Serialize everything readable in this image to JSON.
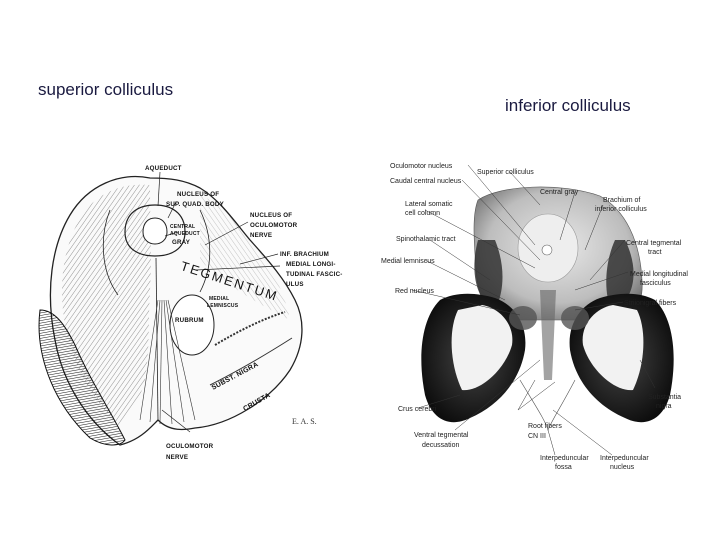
{
  "titles": {
    "left": "superior colliculus",
    "right": "inferior colliculus"
  },
  "left_diagram": {
    "labels": {
      "aqueduct": "AQUEDUCT",
      "nucleus_sup_1": "NUCLEUS OF",
      "nucleus_sup_2": "SUP. QUAD. BODY",
      "central_gray_1": "CENTRAL",
      "central_gray_2": "AQUEDUCT",
      "central_gray_3": "GRAY",
      "oculomotor_nucleus_1": "NUCLEUS OF",
      "oculomotor_nucleus_2": "OCULOMOTOR",
      "oculomotor_nucleus_3": "NERVE",
      "inf_brachium": "INF. BRACHIUM",
      "medial_long_1": "MEDIAL LONGI-",
      "medial_long_2": "TUDINAL FASCIC-",
      "medial_long_3": "ULUS",
      "tegmentum": "TEGMENTUM",
      "medial_lemniscus_1": "MEDIAL",
      "medial_lemniscus_2": "LEMNISCUS",
      "rubrum": "RUBRUM",
      "subst_nigra": "SUBST. NIGRA",
      "crusta": "CRUSTA",
      "oculomotor_nerve_1": "OCULOMOTOR",
      "oculomotor_nerve_2": "NERVE",
      "signature": "E. A. S."
    }
  },
  "right_diagram": {
    "labels": {
      "oculomotor_nucleus": "Oculomotor nucleus",
      "caudal_central": "Caudal central nucleus",
      "superior_colliculus": "Superior colliculus",
      "central_gray": "Central gray",
      "lateral_somatic_1": "Lateral somatic",
      "lateral_somatic_2": "cell column",
      "brachium_1": "Brachium of",
      "brachium_2": "inferior colliculus",
      "spinothalamic": "Spinothalamic tract",
      "central_tegmental_1": "Central tegmental",
      "central_tegmental_2": "tract",
      "medial_lemniscus": "Medial lemniscus",
      "medial_longitudinal_1": "Medial longitudinal",
      "medial_longitudinal_2": "fasciculus",
      "red_nucleus": "Red nucleus",
      "striionigral": "Striionigral fibers",
      "substantia_1": "Substantia",
      "substantia_2": "nigra",
      "crus_cerebri": "Crus cerebri",
      "root_fibers_1": "Root fibers",
      "root_fibers_2": "CN III",
      "ventral_tegmental_1": "Ventral tegmental",
      "ventral_tegmental_2": "decussation",
      "interpeduncular_fossa_1": "Interpeduncular",
      "interpeduncular_fossa_2": "fossa",
      "interpeduncular_nucleus_1": "Interpeduncular",
      "interpeduncular_nucleus_2": "nucleus"
    }
  }
}
